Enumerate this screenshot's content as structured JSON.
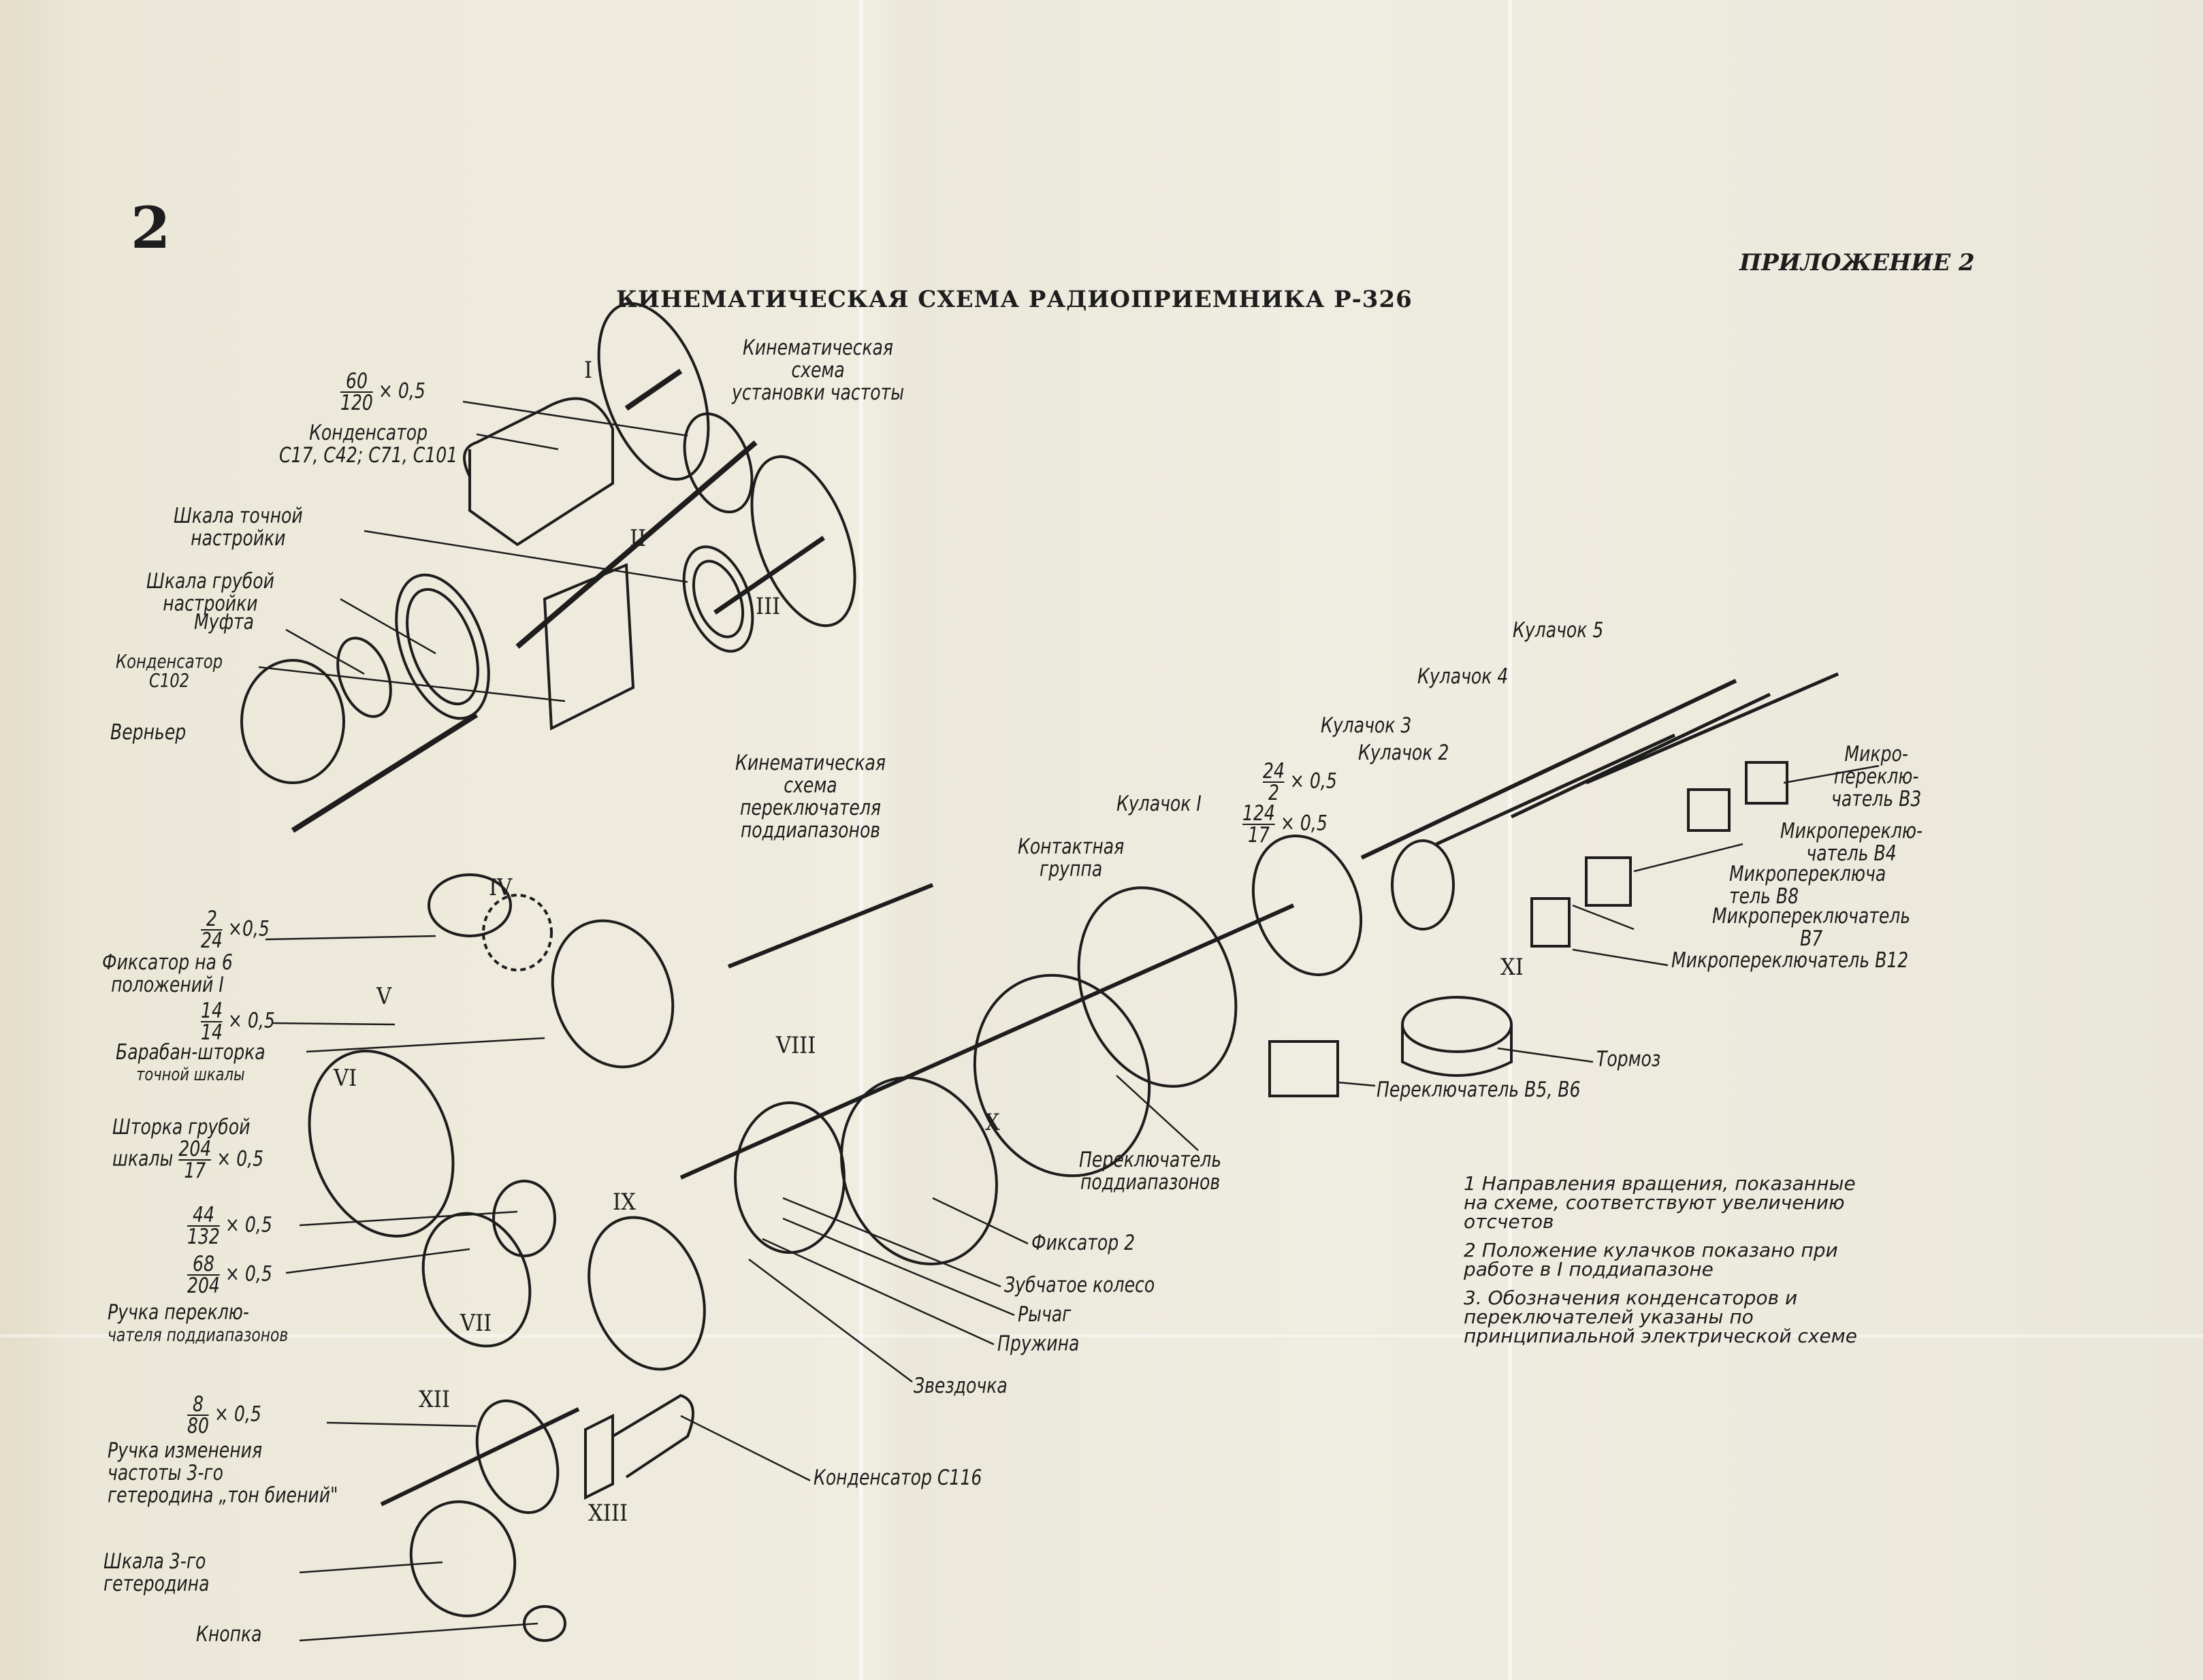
{
  "page_number": "2",
  "appendix": "ПРИЛОЖЕНИЕ 2",
  "title": "КИНЕМАТИЧЕСКАЯ СХЕМА РАДИОПРИЕМНИКА Р-326",
  "section_frequency": [
    "Кинематическая",
    "схема",
    "установки частоты"
  ],
  "section_subband": [
    "Кинематическая",
    "схема",
    "переключателя",
    "поддиапазонов"
  ],
  "roman": {
    "I": "I",
    "II": "II",
    "III": "III",
    "IV": "IV",
    "V": "V",
    "VI": "VI",
    "VII": "VII",
    "VIII": "VIII",
    "IX": "IX",
    "X": "X",
    "XI": "XI",
    "XII": "XII",
    "XIII": "XIII"
  },
  "ratios": {
    "r1": {
      "num": "60",
      "den": "120",
      "mult": "× 0,5"
    },
    "r2": {
      "num": "2",
      "den": "24",
      "mult": "×0,5"
    },
    "r3": {
      "num": "14",
      "den": "14",
      "mult": "× 0,5"
    },
    "r4": {
      "num": "204",
      "den": "17",
      "mult": "× 0,5"
    },
    "r5": {
      "num": "44",
      "den": "132",
      "mult": "× 0,5"
    },
    "r6": {
      "num": "68",
      "den": "204",
      "mult": "× 0,5"
    },
    "r7": {
      "num": "8",
      "den": "80",
      "mult": "× 0,5"
    },
    "r8": {
      "num": "24",
      "den": "2",
      "mult": "× 0,5"
    },
    "r9": {
      "num": "124",
      "den": "17",
      "mult": "× 0,5"
    }
  },
  "labels": {
    "cond_c17": [
      "Конденсатор",
      "С17, С42; С71, С101"
    ],
    "fine_scale": [
      "Шкала точной",
      "настройки"
    ],
    "coarse_scale": [
      "Шкала грубой",
      "настройки"
    ],
    "coupling": "Муфта",
    "cond_c102": [
      "Конденсатор",
      "С102"
    ],
    "vernier": "Верньер",
    "cam5": "Кулачок 5",
    "cam4": "Кулачок 4",
    "cam3": "Кулачок 3",
    "cam2": "Кулачок 2",
    "cam1": "Кулачок I",
    "contact_group": [
      "Контактная",
      "группа"
    ],
    "micro_b3": [
      "Микро-",
      "переклю-",
      "чатель В3"
    ],
    "micro_b4": [
      "Микропереклю-",
      "чатель В4"
    ],
    "micro_b8": [
      "Микропереключа",
      "тель В8"
    ],
    "micro_b7": [
      "Микропереключатель",
      "В7"
    ],
    "micro_b12": "Микропереключатель В12",
    "brake": "Тормоз",
    "switch_b5b6": "Переключатель В5, В6",
    "detent6": [
      "Фиксатор на 6",
      "положений I"
    ],
    "drum_shutter": [
      "Барабан-шторка",
      "точной шкалы"
    ],
    "coarse_shutter": [
      "Шторка грубой",
      "шкалы"
    ],
    "subband_knob": [
      "Ручка переклю-",
      "чателя поддиапазонов"
    ],
    "subband_switch": [
      "Переключатель",
      "поддиапазонов"
    ],
    "detent2": "Фиксатор 2",
    "gear": "Зубчатое колесо",
    "lever": "Рычаг",
    "spring": "Пружина",
    "sprocket": "Звездочка",
    "heterodyne_knob": [
      "Ручка изменения",
      "частоты 3-го",
      "гетеродина „тон биений\""
    ],
    "cond_c116": "Конденсатор С116",
    "heterodyne_scale": [
      "Шкала 3-го",
      "гетеродина"
    ],
    "button": "Кнопка"
  },
  "notes": [
    "1 Направления вращения, показанные на схеме, соответствуют увеличению отсчетов",
    "2 Положение кулачков показано при работе в I поддиапазоне",
    "3. Обозначения конденсаторов и переключателей указаны по принципиальной электрической схеме"
  ]
}
